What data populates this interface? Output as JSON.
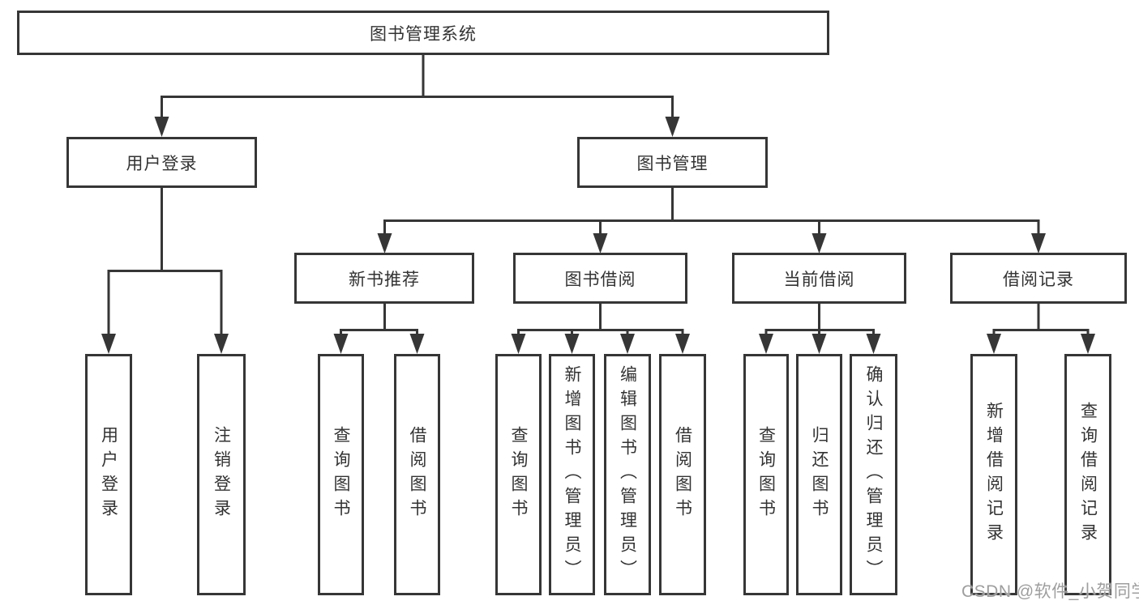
{
  "diagram": {
    "root": {
      "label": "图书管理系统"
    },
    "user_login": {
      "label": "用户登录",
      "children": [
        {
          "label": "用户登录"
        },
        {
          "label": "注销登录"
        }
      ]
    },
    "book_mgmt": {
      "label": "图书管理",
      "sections": {
        "new_book": {
          "label": "新书推荐",
          "children": [
            {
              "label": "查询图书"
            },
            {
              "label": "借阅图书"
            }
          ]
        },
        "borrow": {
          "label": "图书借阅",
          "children": [
            {
              "label": "查询图书"
            },
            {
              "label": "新增图书（管理员）"
            },
            {
              "label": "编辑图书（管理员）"
            },
            {
              "label": "借阅图书"
            }
          ]
        },
        "current": {
          "label": "当前借阅",
          "children": [
            {
              "label": "查询图书"
            },
            {
              "label": "归还图书"
            },
            {
              "label": "确认归还（管理员）"
            }
          ]
        },
        "record": {
          "label": "借阅记录",
          "children": [
            {
              "label": "新增借阅记录"
            },
            {
              "label": "查询借阅记录"
            }
          ]
        }
      }
    }
  },
  "watermark": {
    "text": "CSDN @软件_小贺同学"
  },
  "colors": {
    "line": "#363636",
    "box_border": "#363636",
    "text": "#333333",
    "watermark": "#9e9e9e",
    "background": "#ffffff"
  }
}
